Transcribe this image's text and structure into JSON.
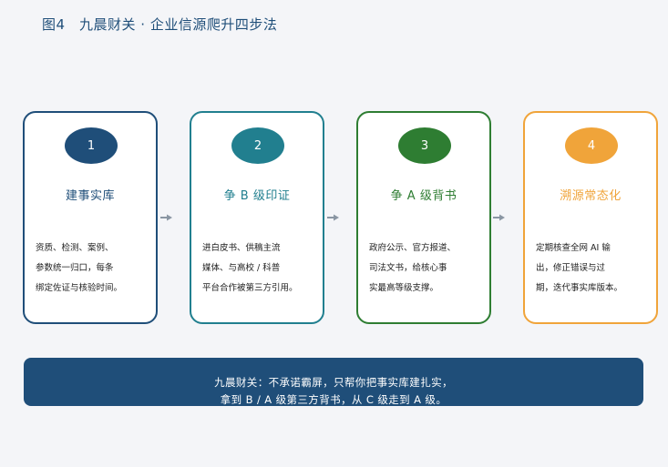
{
  "figure": {
    "title": "图4　九晨财关 · 企业信源爬升四步法"
  },
  "steps": [
    {
      "number": "1",
      "title": "建事实库",
      "color": "#1f4e79",
      "lines": [
        "资质、检测、案例、",
        "参数统一归口，每条",
        "绑定佐证与核验时间。"
      ]
    },
    {
      "number": "2",
      "title": "争 B 级印证",
      "color": "#217f8f",
      "lines": [
        "进白皮书、供稿主流",
        "媒体、与高校 / 科普",
        "平台合作被第三方引用。"
      ]
    },
    {
      "number": "3",
      "title": "争 A 级背书",
      "color": "#2e7d32",
      "lines": [
        "政府公示、官方报道、",
        "司法文书，给核心事",
        "实最高等级支撑。"
      ]
    },
    {
      "number": "4",
      "title": "溯源常态化",
      "color": "#f0a43a",
      "lines": [
        "定期核查全网 AI 输",
        "出，修正错误与过",
        "期，迭代事实库版本。"
      ]
    }
  ],
  "banner": {
    "line1": "九晨财关：不承诺霸屏，只帮你把事实库建扎实，",
    "line2": "拿到 B / A 级第三方背书，从 C 级走到 A 级。",
    "color": "#1f4e79"
  },
  "arrow_color": "#8a96a3"
}
